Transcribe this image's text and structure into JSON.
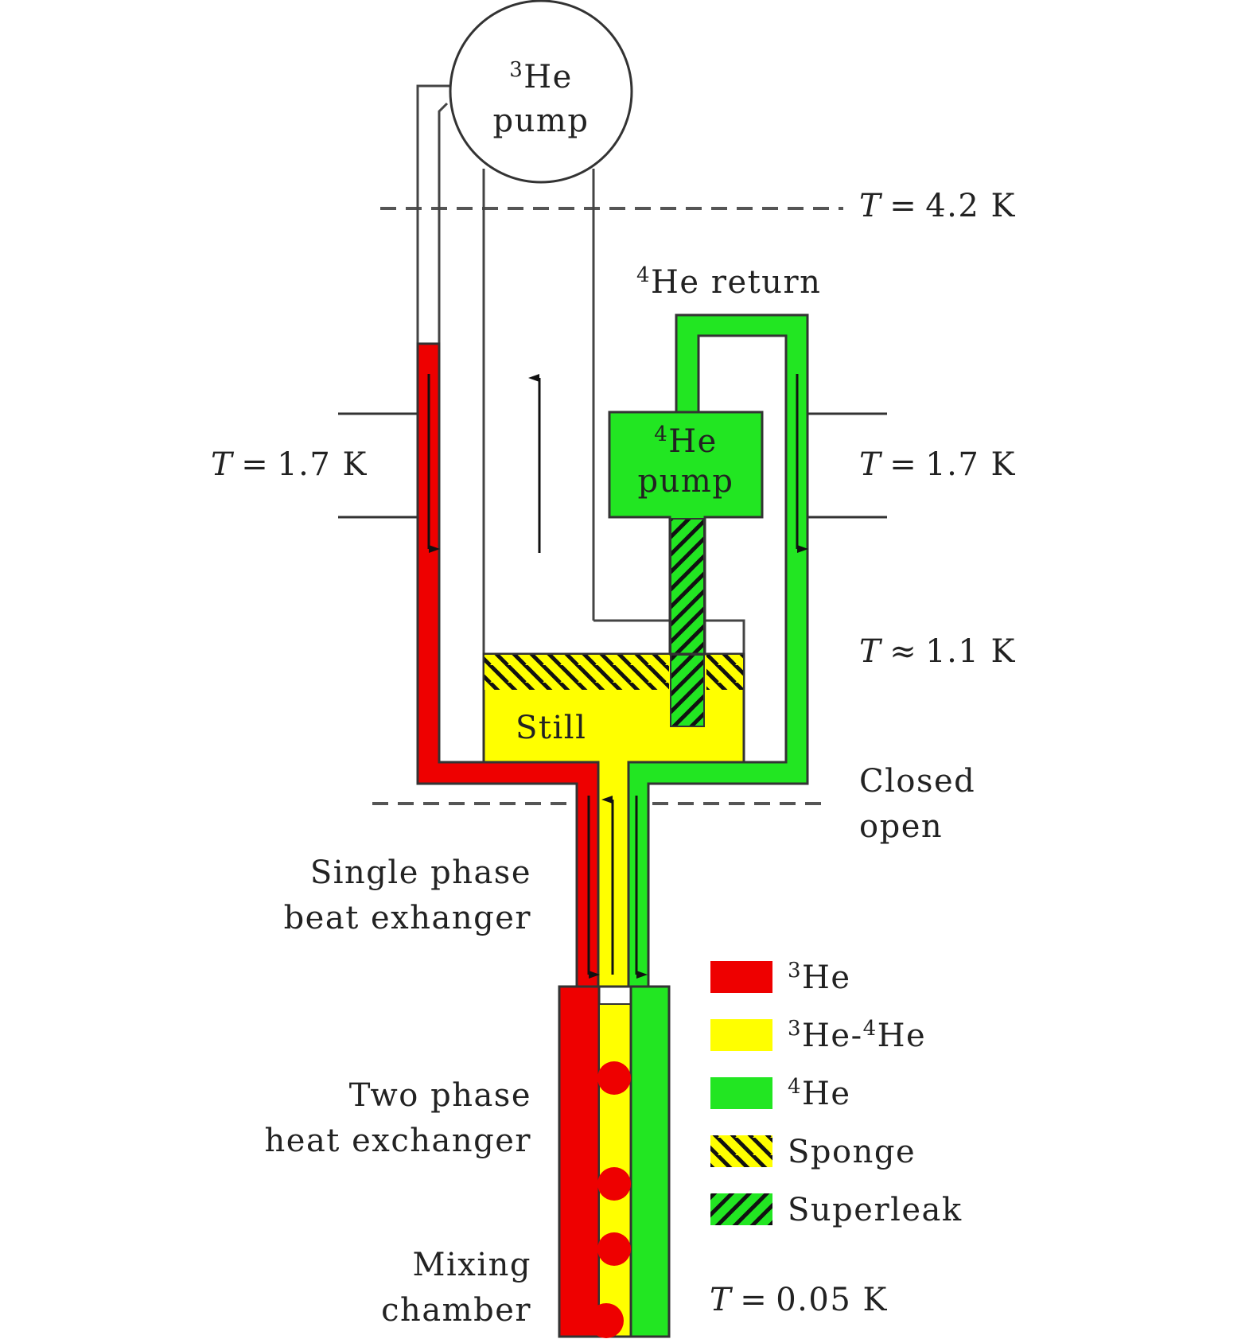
{
  "pump3": {
    "sup": "3",
    "title": "He",
    "line2": "pump"
  },
  "pump4": {
    "sup": "4",
    "title": "He",
    "line2": "pump"
  },
  "return4": {
    "sup": "4",
    "text": "He return"
  },
  "still": "Still",
  "temps": {
    "t42": {
      "var": "T",
      "rel": "=",
      "val": "4.2 K"
    },
    "t17_left": {
      "var": "T",
      "rel": "=",
      "val": "1.7 K"
    },
    "t17_right": {
      "var": "T",
      "rel": "=",
      "val": "1.7 K"
    },
    "t11": {
      "var": "T",
      "rel": "≈",
      "val": "1.1 K"
    },
    "t005": {
      "var": "T",
      "rel": "=",
      "val": "0.05 K"
    }
  },
  "closed": "Closed",
  "open": "open",
  "single_phase": [
    "Single phase",
    "beat exhanger"
  ],
  "two_phase": [
    "Two phase",
    "heat exchanger"
  ],
  "mixing": [
    "Mixing",
    "chamber"
  ],
  "legend": [
    {
      "sup1": "3",
      "text": "He",
      "sup2": "",
      "text2": "",
      "color": "#ee0000",
      "pattern": "solid"
    },
    {
      "sup1": "3",
      "text": "He-",
      "sup2": "4",
      "text2": "He",
      "color": "#ffff00",
      "pattern": "solid"
    },
    {
      "sup1": "4",
      "text": "He",
      "sup2": "",
      "text2": "",
      "color": "#22e622",
      "pattern": "solid"
    },
    {
      "sup1": "",
      "text": "Sponge",
      "sup2": "",
      "text2": "",
      "color": "#ffff00",
      "pattern": "sponge"
    },
    {
      "sup1": "",
      "text": "Superleak",
      "sup2": "",
      "text2": "",
      "color": "#22e622",
      "pattern": "superleak"
    }
  ],
  "colors": {
    "he3": "#ee0000",
    "mix": "#ffff00",
    "he4": "#22e622",
    "outline": "#333333"
  }
}
